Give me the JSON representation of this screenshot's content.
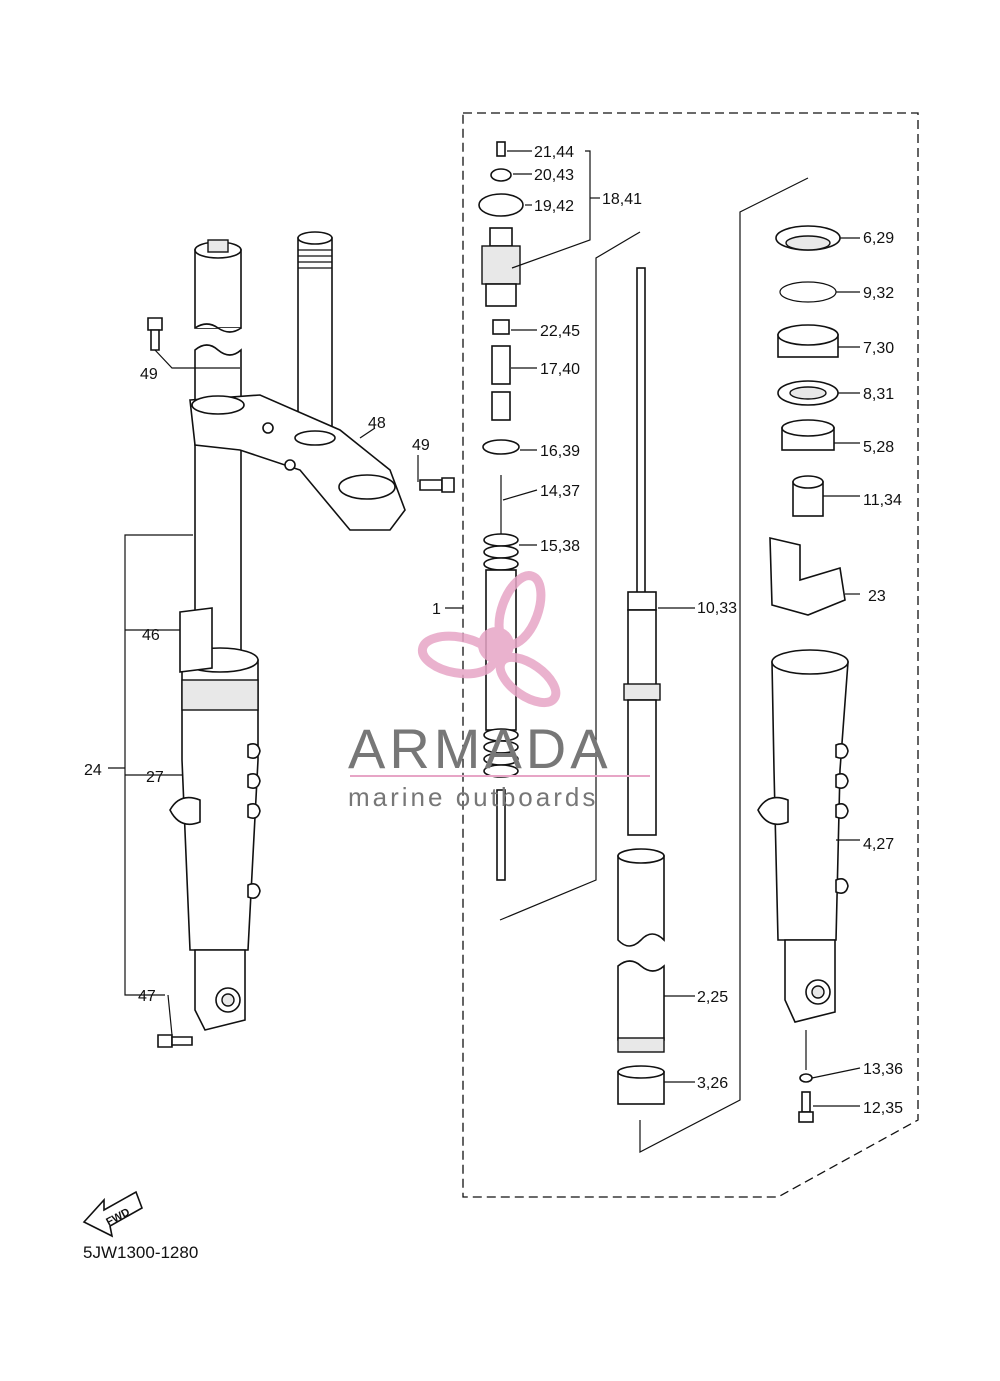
{
  "diagram_code": "5JW1300-1280",
  "watermark": {
    "brand": "ARMADA",
    "tagline": "marine outboards"
  },
  "fwd_label": "FWD",
  "callouts": {
    "c1": "1",
    "c2": "2,25",
    "c3": "3,26",
    "c4": "4,27",
    "c5": "5,28",
    "c6": "6,29",
    "c7": "7,30",
    "c8": "8,31",
    "c9": "9,32",
    "c10": "10,33",
    "c11": "11,34",
    "c12": "12,35",
    "c13": "13,36",
    "c14": "14,37",
    "c15": "15,38",
    "c16": "16,39",
    "c17": "17,40",
    "c18": "18,41",
    "c19": "19,42",
    "c20": "20,43",
    "c21": "21,44",
    "c22": "22,45",
    "c23": "23",
    "c24": "24",
    "c27": "27",
    "c46": "46",
    "c47": "47",
    "c48": "48",
    "c49a": "49",
    "c49b": "49"
  }
}
